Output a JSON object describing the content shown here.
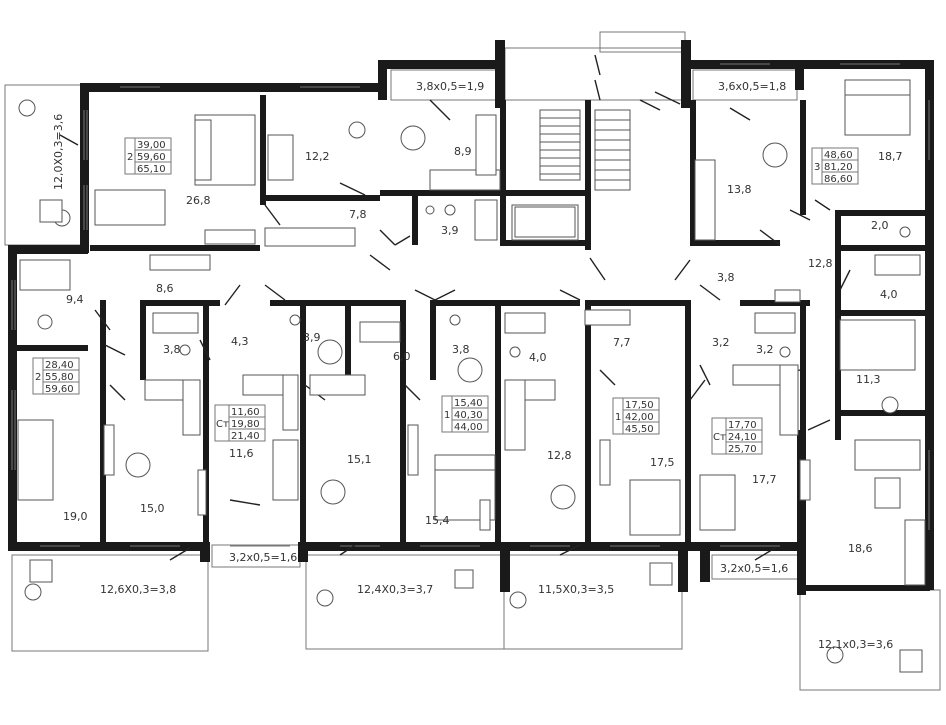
{
  "plan": {
    "balconies": [
      {
        "id": "b1",
        "label": "12,0Х0,3=3,6",
        "vertical": true
      },
      {
        "id": "b2",
        "label": "3,8х0,5=1,9"
      },
      {
        "id": "b3",
        "label": "3,6х0,5=1,8"
      },
      {
        "id": "b4",
        "label": "12,6Х0,3=3,8"
      },
      {
        "id": "b5",
        "label": "3,2х0,5=1,6"
      },
      {
        "id": "b6",
        "label": "12,4Х0,3=3,7"
      },
      {
        "id": "b7",
        "label": "11,5Х0,3=3,5"
      },
      {
        "id": "b8",
        "label": "3,2х0,5=1,6"
      },
      {
        "id": "b9",
        "label": "12,1х0,3=3,6"
      }
    ],
    "rooms": [
      {
        "id": "r1",
        "area": "26,8"
      },
      {
        "id": "r2",
        "area": "12,2"
      },
      {
        "id": "r3",
        "area": "7,8"
      },
      {
        "id": "r4",
        "area": "8,9"
      },
      {
        "id": "r5",
        "area": "3,9"
      },
      {
        "id": "r6",
        "area": "13,8"
      },
      {
        "id": "r7",
        "area": "18,7"
      },
      {
        "id": "r8",
        "area": "2,0"
      },
      {
        "id": "r9",
        "area": "12,8"
      },
      {
        "id": "r10",
        "area": "4,0"
      },
      {
        "id": "r11",
        "area": "3,8"
      },
      {
        "id": "r12",
        "area": "9,4"
      },
      {
        "id": "r13",
        "area": "8,6"
      },
      {
        "id": "r14",
        "area": "3,8"
      },
      {
        "id": "r15",
        "area": "4,3"
      },
      {
        "id": "r16",
        "area": "3,9"
      },
      {
        "id": "r17",
        "area": "6,0"
      },
      {
        "id": "r18",
        "area": "3,8"
      },
      {
        "id": "r19",
        "area": "4,0"
      },
      {
        "id": "r20",
        "area": "7,7"
      },
      {
        "id": "r21",
        "area": "3,2"
      },
      {
        "id": "r22",
        "area": "3,2"
      },
      {
        "id": "r23",
        "area": "11,3"
      },
      {
        "id": "r24",
        "area": "11,6"
      },
      {
        "id": "r25",
        "area": "15,1"
      },
      {
        "id": "r26",
        "area": "12,8"
      },
      {
        "id": "r27",
        "area": "17,5"
      },
      {
        "id": "r28",
        "area": "17,7"
      },
      {
        "id": "r29",
        "area": "19,0"
      },
      {
        "id": "r30",
        "area": "15,0"
      },
      {
        "id": "r31",
        "area": "15,4"
      },
      {
        "id": "r32",
        "area": "18,6"
      }
    ],
    "apartments": [
      {
        "id": "a1",
        "rooms": "2",
        "values": [
          "39,00",
          "59,60",
          "65,10"
        ]
      },
      {
        "id": "a2",
        "rooms": "3",
        "values": [
          "48,60",
          "81,20",
          "86,60"
        ]
      },
      {
        "id": "a3",
        "rooms": "2",
        "values": [
          "28,40",
          "55,80",
          "59,60"
        ]
      },
      {
        "id": "a4",
        "rooms": "Ст",
        "values": [
          "11,60",
          "19,80",
          "21,40"
        ]
      },
      {
        "id": "a5",
        "rooms": "1",
        "values": [
          "15,40",
          "40,30",
          "44,00"
        ]
      },
      {
        "id": "a6",
        "rooms": "1",
        "values": [
          "17,50",
          "42,00",
          "45,50"
        ]
      },
      {
        "id": "a7",
        "rooms": "Ст",
        "values": [
          "17,70",
          "24,10",
          "25,70"
        ]
      }
    ]
  }
}
